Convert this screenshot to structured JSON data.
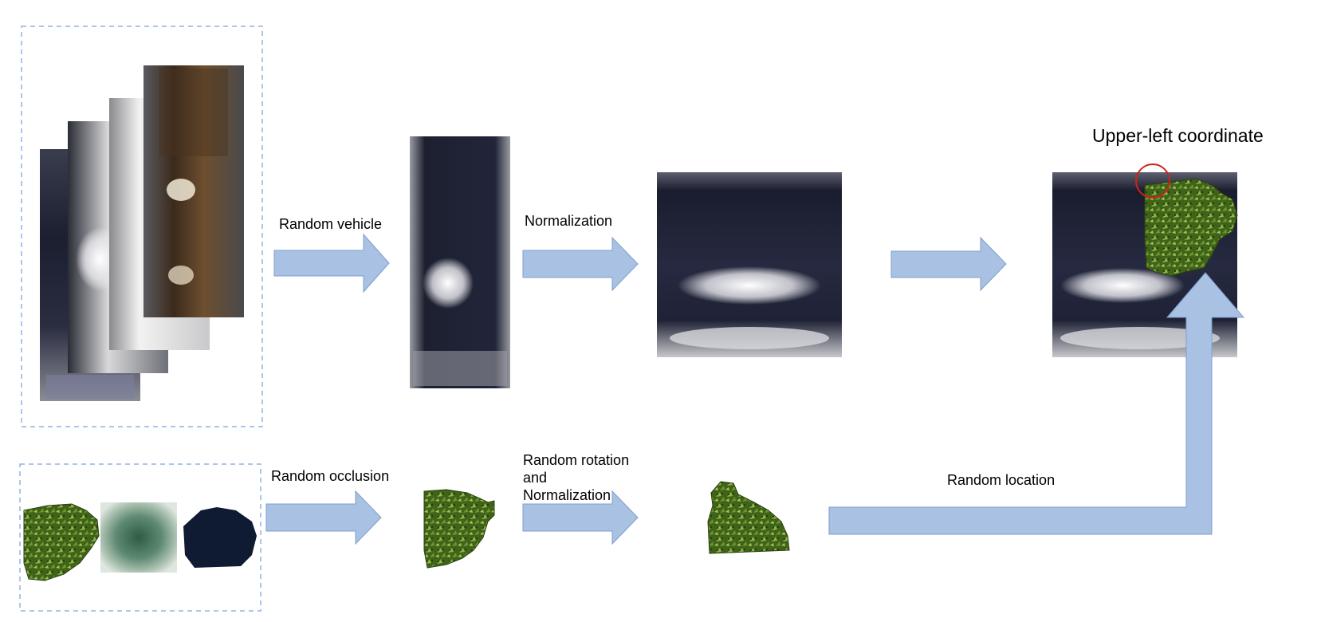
{
  "labels": {
    "random_vehicle": "Random vehicle",
    "normalization": "Normalization",
    "upper_left_coordinate": "Upper-left coordinate",
    "random_occlusion": "Random occlusion",
    "random_rotation_lines": [
      "Random rotation",
      "and",
      "Normalization"
    ],
    "random_location": "Random location"
  },
  "images": {
    "vehicle_stack": [
      "dark-vehicle-crop",
      "gray-vehicle-crop",
      "white-vehicle-crop",
      "brown-vehicle-crop"
    ],
    "occluder_set": [
      "leafy-green-occluder",
      "blurred-green-occluder",
      "dark-navy-occluder"
    ]
  },
  "colors": {
    "arrow_fill": "#a9c1e3",
    "arrow_stroke": "#7f9fcc",
    "dashed_border": "#8fb4de",
    "highlight_circle": "#d0221b",
    "vehicle_dark": "#1a1d2c",
    "leaf_green": "#4f7a22"
  }
}
